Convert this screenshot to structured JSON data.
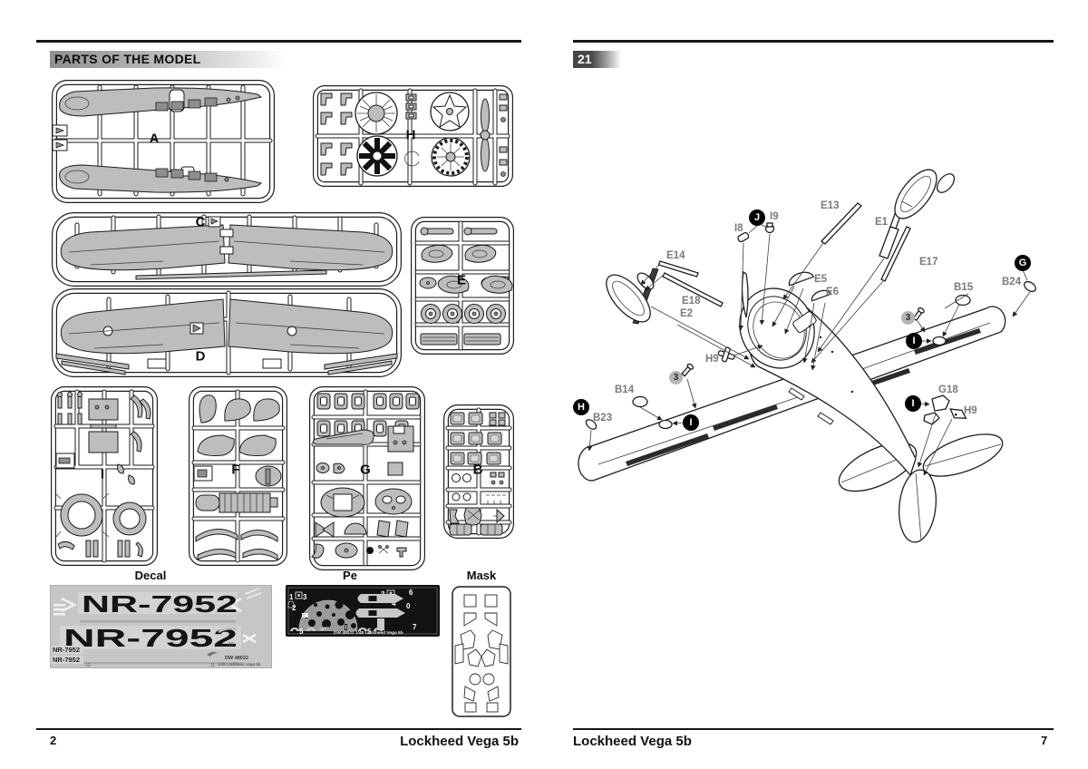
{
  "left_page": {
    "header_title": "PARTS OF THE MODEL",
    "sprue_letters": {
      "a": "A",
      "h": "H",
      "c": "C",
      "d": "D",
      "e": "E",
      "i": "I",
      "f": "F",
      "g": "G",
      "b": "B"
    },
    "decal": {
      "label": "Decal",
      "reg_large_top": "NR-7952",
      "reg_large_bottom": "NR-7952",
      "reg_small_top": "NR-7952",
      "reg_small_bottom": "NR-7952",
      "num_left": "12",
      "num_mid": "10",
      "num_right": "11",
      "code": "DW 48022",
      "scale_title": "1/48 Lockheed Vega 5b"
    },
    "pe": {
      "label": "Pe",
      "n1": "1",
      "n2": "2",
      "n3a": "3",
      "n3b": "3",
      "n4": "4",
      "n6": "6",
      "n0": "0",
      "n5a": "5",
      "n5b": "5",
      "n7": "7",
      "code": "DW 48022 1/48 Lockheed Vega 5b"
    },
    "mask": {
      "label": "Mask"
    },
    "footer": {
      "page_number": "2",
      "title": "Lockheed Vega 5b"
    }
  },
  "right_page": {
    "step_number": "21",
    "callouts": {
      "j": "J",
      "g": "G",
      "h": "H",
      "i_right": "I",
      "i_left": "I",
      "i_tail": "I",
      "paint_left": "3",
      "paint_right": "3",
      "e13": "E13",
      "e1": "E1",
      "e17": "E17",
      "i9": "I9",
      "i8": "I8",
      "e14": "E14",
      "e5": "E5",
      "e6": "E6",
      "e18": "E18",
      "e2": "E2",
      "b24": "B24",
      "b15": "B15",
      "h9_left": "H9",
      "h9_right": "H9",
      "b14": "B14",
      "b23": "B23",
      "g18": "G18"
    },
    "footer": {
      "title": "Lockheed Vega 5b",
      "page_number": "7"
    }
  }
}
